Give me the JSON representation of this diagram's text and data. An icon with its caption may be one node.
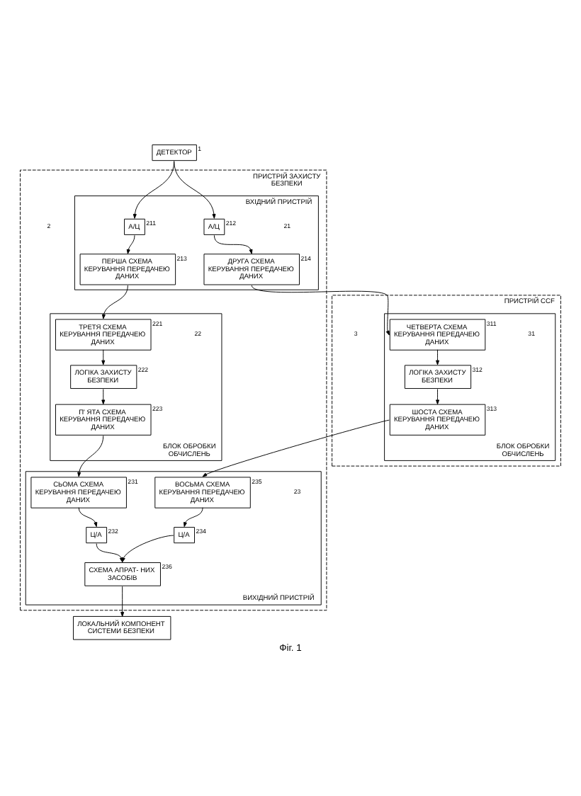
{
  "diagram": {
    "caption": "Фіг. 1",
    "nodes": [
      {
        "text": [
          "ДЕТЕКТОР"
        ],
        "beside": [
          "1"
        ]
      },
      {
        "text": [
          "ПРИСТРІЙ ЗАХИСТУ БЕЗПЕКИ"
        ],
        "beside": [
          "2"
        ]
      },
      {
        "text": [
          "ВХІДНИЙ ПРИСТРІЙ"
        ],
        "beside": [
          "21"
        ],
        "in": 1
      },
      {
        "text": [
          "А/Ц"
        ],
        "beside": [
          "212"
        ],
        "in": 2
      },
      {
        "text": [
          "ДРУГА СХЕМА КЕРУВАННЯ ПЕРЕДАЧЕЮ ДАНИХ"
        ],
        "beside": [
          "214"
        ],
        "in": 2
      },
      {
        "text": [
          "А/Ц"
        ],
        "beside": [
          "211"
        ],
        "in": 2
      },
      {
        "text": [
          "ПЕРША СХЕМА КЕРУВАННЯ ПЕРЕДАЧЕЮ ДАНИХ"
        ],
        "beside": [
          "213"
        ],
        "in": 2
      },
      {
        "text": [
          "БЛОК ОБРОБКИ ОБЧИСЛЕНЬ"
        ],
        "beside": [
          "22"
        ],
        "in": 1
      },
      {
        "text": [
          "ТРЕТЯ СХЕМА КЕРУВАННЯ ПЕРЕДАЧЕЮ ДАНИХ"
        ],
        "beside": [
          "221"
        ],
        "in": 7
      },
      {
        "text": [
          "ЛОГІКА ЗАХИСТУ БЕЗПЕКИ"
        ],
        "beside": [
          "222"
        ],
        "in": 7
      },
      {
        "text": [
          "П' ЯТА СХЕМА КЕРУВАННЯ ПЕРЕДАЧЕЮ ДАНИХ"
        ],
        "beside": [
          "223"
        ],
        "in": 7
      },
      {
        "text": [
          "ВИХІДНИЙ ПРИСТРІЙ"
        ],
        "beside": [
          "23"
        ],
        "in": 1
      },
      {
        "text": [
          "СЬОМА СХЕМА КЕРУВАННЯ ПЕРЕДАЧЕЮ ДАНИХ"
        ],
        "beside": [
          "231"
        ],
        "in": 11
      },
      {
        "text": [
          "Ц/А"
        ],
        "beside": [
          "232"
        ],
        "in": 11
      },
      {
        "text": [
          "Ц/А"
        ],
        "beside": [
          "234"
        ],
        "in": 11
      },
      {
        "text": [
          "ВОСЬМА СХЕМА КЕРУВАННЯ ПЕРЕДАЧЕЮ ДАНИХ"
        ],
        "beside": [
          "235"
        ],
        "in": 11
      },
      {
        "text": [
          "СХЕМА АПРАТ- НИХ ЗАСОБІВ"
        ],
        "beside": [
          "236"
        ],
        "in": 11
      },
      {
        "text": [
          "ПРИСТРІЙ CCF"
        ],
        "beside": [
          "3"
        ]
      },
      {
        "text": [
          "БЛОК ОБРОБКИ ОБЧИСЛЕНЬ"
        ],
        "beside": [
          "31"
        ],
        "in": 17
      },
      {
        "text": [
          "ЧЕТВЕРТА СХЕМА КЕРУВАННЯ ПЕРЕДАЧЕЮ ДАНИХ"
        ],
        "beside": [
          "311"
        ],
        "in": 18
      },
      {
        "text": [
          "ЛОГІКА ЗАХИСТУ БЕЗПЕКИ"
        ],
        "beside": [
          "312"
        ],
        "in": 18
      },
      {
        "text": [
          "ШОСТА СХЕМА КЕРУВАННЯ ПЕРЕДАЧЕЮ ДАНИХ"
        ],
        "beside": [
          "313"
        ],
        "in": 18
      },
      {
        "text": [
          "ЛОКАЛЬНИЙ КОМПОНЕНТ СИСТЕМИ БЕЗПЕКИ"
        ]
      }
    ],
    "edges": [
      {
        "from": 0,
        "to": 5,
        "arrow": "to"
      },
      {
        "from": 0,
        "to": 3,
        "arrow": "to"
      },
      {
        "from": 3,
        "to": 4,
        "arrow": "to"
      },
      {
        "from": 5,
        "to": 6,
        "arrow": "to"
      },
      {
        "from": 6,
        "to": 8,
        "arrow": "to"
      },
      {
        "from": 8,
        "to": 9,
        "arrow": "to"
      },
      {
        "from": 9,
        "to": 10,
        "arrow": "to"
      },
      {
        "from": 10,
        "to": 12,
        "arrow": "to"
      },
      {
        "from": 12,
        "to": 13,
        "arrow": "to"
      },
      {
        "from": 13,
        "to": 16,
        "arrow": "to"
      },
      {
        "from": 15,
        "to": 14,
        "arrow": "to"
      },
      {
        "from": 14,
        "to": 16,
        "arrow": "to"
      },
      {
        "from": 4,
        "to": 19,
        "arrow": "to"
      },
      {
        "from": 19,
        "to": 20,
        "arrow": "to"
      },
      {
        "from": 20,
        "to": 21,
        "arrow": "to"
      },
      {
        "from": 21,
        "to": 15,
        "arrow": "to"
      },
      {
        "from": 16,
        "to": 22,
        "arrow": "to"
      }
    ]
  }
}
